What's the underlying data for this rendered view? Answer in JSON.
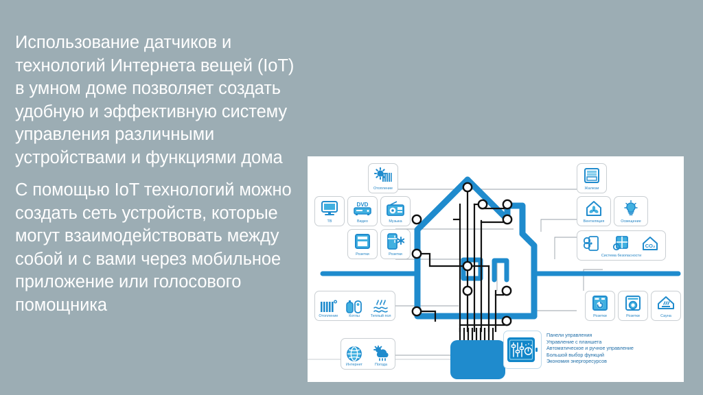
{
  "slide": {
    "background_color": "#9cadb4",
    "text_color": "#ffffff",
    "accent_color": "#1f8bcd"
  },
  "body_text": {
    "paragraph_1": "Использование датчиков и технологий Интернета вещей (IoT) в умном доме позволяет создать удобную и эффективную систему управления различными устройствами и функциями дома",
    "paragraph_2": "С помощью IoT технологий можно создать сеть устройств, которые могут взаимодействовать между собой и с вами через мобильное приложение или голосового помощника"
  },
  "diagram": {
    "title_hidden": true,
    "panel_background": "#ffffff",
    "icons": {
      "heating_top": {
        "label": "Отопление",
        "icon": "sun-radiator-icon"
      },
      "tv": {
        "label": "ТВ",
        "icon": "television-icon"
      },
      "video": {
        "label": "Видео",
        "icon": "dvd-player-icon"
      },
      "music": {
        "label": "Музыка",
        "icon": "radio-icon"
      },
      "sockets_1": {
        "label": "Розетки",
        "icon": "washing-machine-icon"
      },
      "sockets_2": {
        "label": "Розетки",
        "icon": "refrigerator-icon"
      },
      "blinds": {
        "label": "Жалюзи",
        "icon": "window-blinds-icon"
      },
      "ventilation": {
        "label": "Вентиляция",
        "icon": "house-fan-icon"
      },
      "lighting": {
        "label": "Освещение",
        "icon": "light-bulb-icon"
      },
      "sockets_3": {
        "label": "Розетки",
        "icon": "washer-icon"
      },
      "sockets_4": {
        "label": "Розетки",
        "icon": "dryer-icon"
      },
      "sauna": {
        "label": "Сауна",
        "icon": "sauna-icon"
      }
    },
    "groups": {
      "heating_group": {
        "items": [
          {
            "label": "Отопление",
            "icon": "radiator-icon"
          },
          {
            "label": "Котлы",
            "icon": "boiler-icon"
          },
          {
            "label": "Теплый пол",
            "icon": "underfloor-heating-icon"
          }
        ]
      },
      "internet_group": {
        "items": [
          {
            "label": "Интернет",
            "icon": "globe-icon"
          },
          {
            "label": "Погода",
            "icon": "sun-cloud-rain-icon"
          }
        ]
      },
      "security_group": {
        "label": "Система безопасности",
        "items": [
          {
            "icon": "door-lock-icon"
          },
          {
            "icon": "window-sensor-icon"
          },
          {
            "icon": "co2-house-icon"
          }
        ]
      }
    },
    "control_panel": {
      "icon": "tablet-sliders-icon",
      "lines": [
        "Панели управления",
        "Управление с планшета",
        "Автоматическое и ручное управление",
        "Большой выбор функций",
        "Экономия энергоресурсов"
      ]
    }
  }
}
